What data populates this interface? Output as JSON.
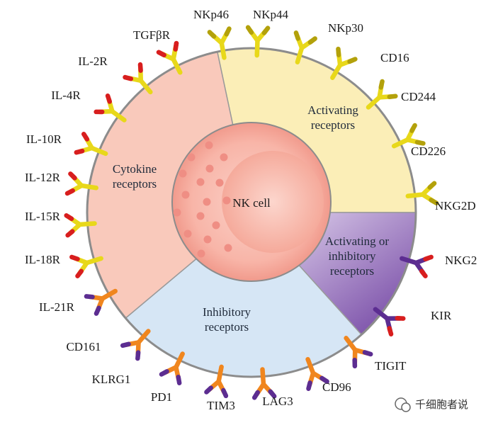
{
  "center_label": "NK cell",
  "sections": {
    "cytokine": [
      "Cytokine",
      "receptors"
    ],
    "activating": [
      "Activating",
      "receptors"
    ],
    "mixed": [
      "Activating or",
      "inhibitory",
      "receptors"
    ],
    "inhibitory": [
      "Inhibitory",
      "receptors"
    ]
  },
  "receptors": [
    {
      "name": "TGFβR",
      "kind": "cytokine"
    },
    {
      "name": "NKp46",
      "kind": "activating"
    },
    {
      "name": "NKp44",
      "kind": "activating"
    },
    {
      "name": "NKp30",
      "kind": "activating"
    },
    {
      "name": "CD16",
      "kind": "activating"
    },
    {
      "name": "CD244",
      "kind": "activating"
    },
    {
      "name": "CD226",
      "kind": "activating"
    },
    {
      "name": "NKG2D",
      "kind": "activating"
    },
    {
      "name": "NKG2",
      "kind": "mixed"
    },
    {
      "name": "KIR",
      "kind": "mixed"
    },
    {
      "name": "TIGIT",
      "kind": "inhibitory"
    },
    {
      "name": "CD96",
      "kind": "inhibitory"
    },
    {
      "name": "LAG3",
      "kind": "inhibitory"
    },
    {
      "name": "TIM3",
      "kind": "inhibitory"
    },
    {
      "name": "PD1",
      "kind": "inhibitory"
    },
    {
      "name": "KLRG1",
      "kind": "inhibitory"
    },
    {
      "name": "CD161",
      "kind": "inhibitory"
    },
    {
      "name": "IL-21R",
      "kind": "cytokine"
    },
    {
      "name": "IL-18R",
      "kind": "cytokine"
    },
    {
      "name": "IL-15R",
      "kind": "cytokine"
    },
    {
      "name": "IL-12R",
      "kind": "cytokine"
    },
    {
      "name": "IL-10R",
      "kind": "cytokine"
    },
    {
      "name": "IL-4R",
      "kind": "cytokine"
    },
    {
      "name": "IL-2R",
      "kind": "cytokine"
    }
  ],
  "watermark": "千细胞者说",
  "colors": {
    "cytokine_fill": "#f9c9bb",
    "activating_fill": "#fbeeb7",
    "mixed_fill": "#9f7fc4",
    "inhibitory_fill": "#d6e6f5",
    "nucleus_fill": "#f6a99c",
    "nucleus_inner": "#f9b8ad",
    "granule": "#ef8e84",
    "membrane": "#8a8a8a",
    "yellow_receptor": "#e8d81a",
    "orange_receptor": "#f0861e",
    "purple_receptor": "#5c2d91",
    "red_tip": "#d81e1e"
  }
}
